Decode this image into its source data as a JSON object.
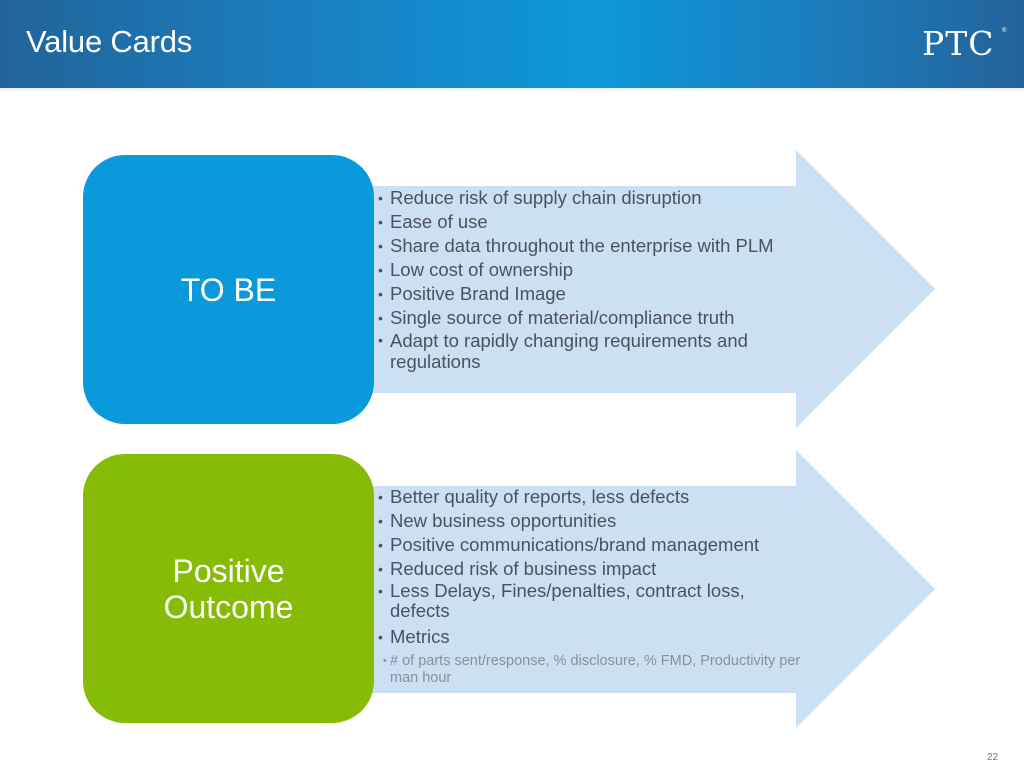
{
  "header": {
    "title": "Value Cards",
    "logo_text": "PTC",
    "logo_mark": "®"
  },
  "colors": {
    "header_blue": "#1a7fc0",
    "card_blue": "#0a9adb",
    "card_green": "#86bc05",
    "arrow_fill": "#cce0f3",
    "bullet_text": "#4a5260"
  },
  "cards": [
    {
      "label": "TO BE",
      "color": "#0a9adb",
      "bullets": [
        "Reduce risk of supply chain disruption",
        "Ease of use",
        "Share data throughout the enterprise with PLM",
        "Low cost of ownership",
        "Positive Brand Image",
        "Single source of material/compliance truth",
        "Adapt to rapidly changing requirements and regulations"
      ]
    },
    {
      "label_line1": "Positive",
      "label_line2": "Outcome",
      "color": "#86bc05",
      "bullets": [
        "Better quality of reports, less defects",
        "New business opportunities",
        "Positive communications/brand management",
        "Reduced risk of business impact",
        "Less Delays, Fines/penalties, contract loss, defects",
        "Metrics"
      ],
      "sub_bullets": [
        "# of parts sent/response, % disclosure, % FMD, Productivity per man hour"
      ]
    }
  ],
  "footer": {
    "page_number": "22"
  }
}
